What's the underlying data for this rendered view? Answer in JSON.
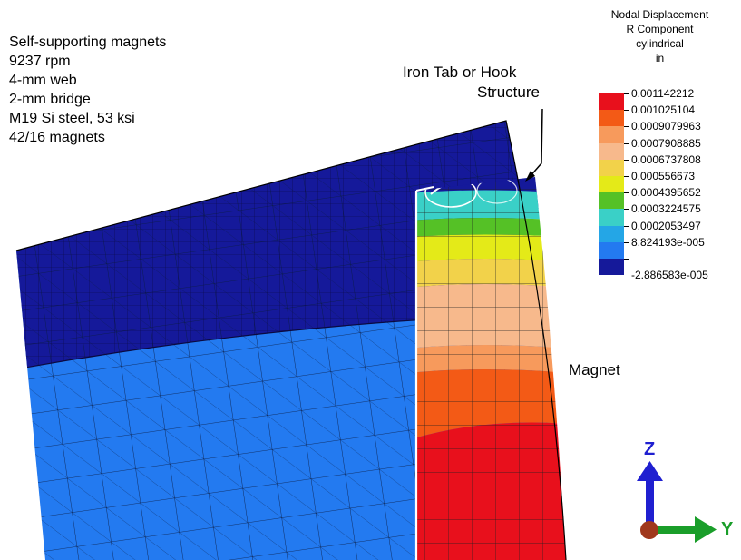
{
  "info_lines": [
    "Self-supporting magnets",
    "9237 rpm",
    "4-mm web",
    "2-mm bridge",
    "M19 Si steel, 53 ksi",
    "42/16 magnets"
  ],
  "callouts": {
    "iron_tab_line1": "Iron Tab or Hook",
    "iron_tab_line2": "Structure",
    "magnet": "Magnet"
  },
  "legend": {
    "title_lines": [
      "Nodal Displacement",
      "R Component",
      "cylindrical",
      "in"
    ],
    "levels": [
      {
        "label": "0.001142212",
        "color": "#e8101c"
      },
      {
        "label": "0.001025104",
        "color": "#f35a16"
      },
      {
        "label": "0.0009079963",
        "color": "#f79a5c"
      },
      {
        "label": "0.0007908885",
        "color": "#f7b98c"
      },
      {
        "label": "0.0006737808",
        "color": "#f2d24a"
      },
      {
        "label": "0.000556673",
        "color": "#e4ea18"
      },
      {
        "label": "0.0004395652",
        "color": "#55c126"
      },
      {
        "label": "0.0003224575",
        "color": "#3ad0c7"
      },
      {
        "label": "0.0002053497",
        "color": "#24a6e6"
      },
      {
        "label": "8.824193e-005",
        "color": "#237af0"
      },
      {
        "label": "-2.886583e-005",
        "color": "#15199a"
      }
    ]
  },
  "axes": {
    "z_label": "Z",
    "y_label": "Y",
    "z_color": "#1f1fd0",
    "y_color": "#1a9e2a",
    "origin_color": "#a0381c"
  }
}
